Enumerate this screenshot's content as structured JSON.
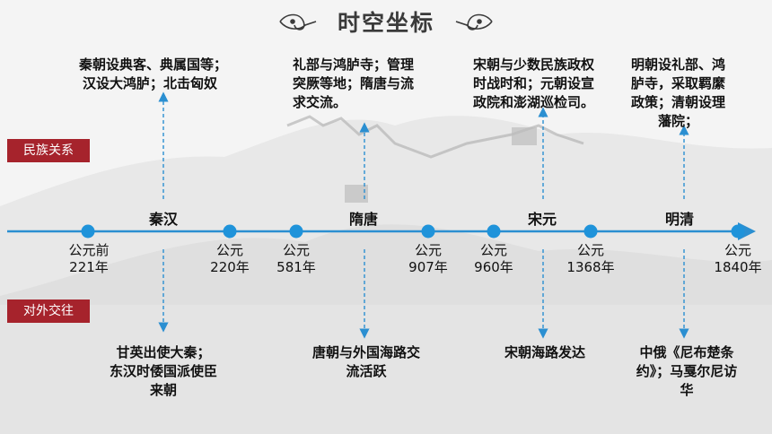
{
  "title": "时空坐标",
  "categories": {
    "ethnic": "民族关系",
    "foreign": "对外交往"
  },
  "eras": {
    "qinhan": "秦汉",
    "suitang": "隋唐",
    "songyuan": "宋元",
    "mingqing": "明清"
  },
  "dates": [
    {
      "line1": "公元前",
      "line2": "221年"
    },
    {
      "line1": "公元",
      "line2": "220年"
    },
    {
      "line1": "公元",
      "line2": "581年"
    },
    {
      "line1": "公元",
      "line2": "907年"
    },
    {
      "line1": "公元",
      "line2": "960年"
    },
    {
      "line1": "公元",
      "line2": "1368年"
    },
    {
      "line1": "公元",
      "line2": "1840年"
    }
  ],
  "ethnic": [
    {
      "l1": "秦朝设典客、典属国等；",
      "l2": "汉设大鸿胪；北击匈奴"
    },
    {
      "l1": "礼部与鸿胪寺；管理",
      "l2": "突厥等地；隋唐与流",
      "l3": "求交流。"
    },
    {
      "l1": "宋朝与少数民族政权",
      "l2": "时战时和；元朝设宣",
      "l3": "政院和澎湖巡检司。"
    },
    {
      "l1": "明朝设礼部、鸿",
      "l2": "胪寺，采取羁縻",
      "l3": "政策；清朝设理",
      "l4": "藩院；"
    }
  ],
  "foreign": [
    {
      "l1": "甘英出使大秦；",
      "l2": "东汉时倭国派使臣",
      "l3": "来朝"
    },
    {
      "l1": "唐朝与外国海路交",
      "l2": "流活跃"
    },
    {
      "l1": "宋朝海路发达"
    },
    {
      "l1": "中俄《尼布楚条",
      "l2": "约》；马戛尔尼访",
      "l3": "华"
    }
  ],
  "colors": {
    "axis": "#2b8fd1",
    "dot": "#1f93da",
    "tag": "#a6232c",
    "arrow": "#2b8fd1"
  }
}
